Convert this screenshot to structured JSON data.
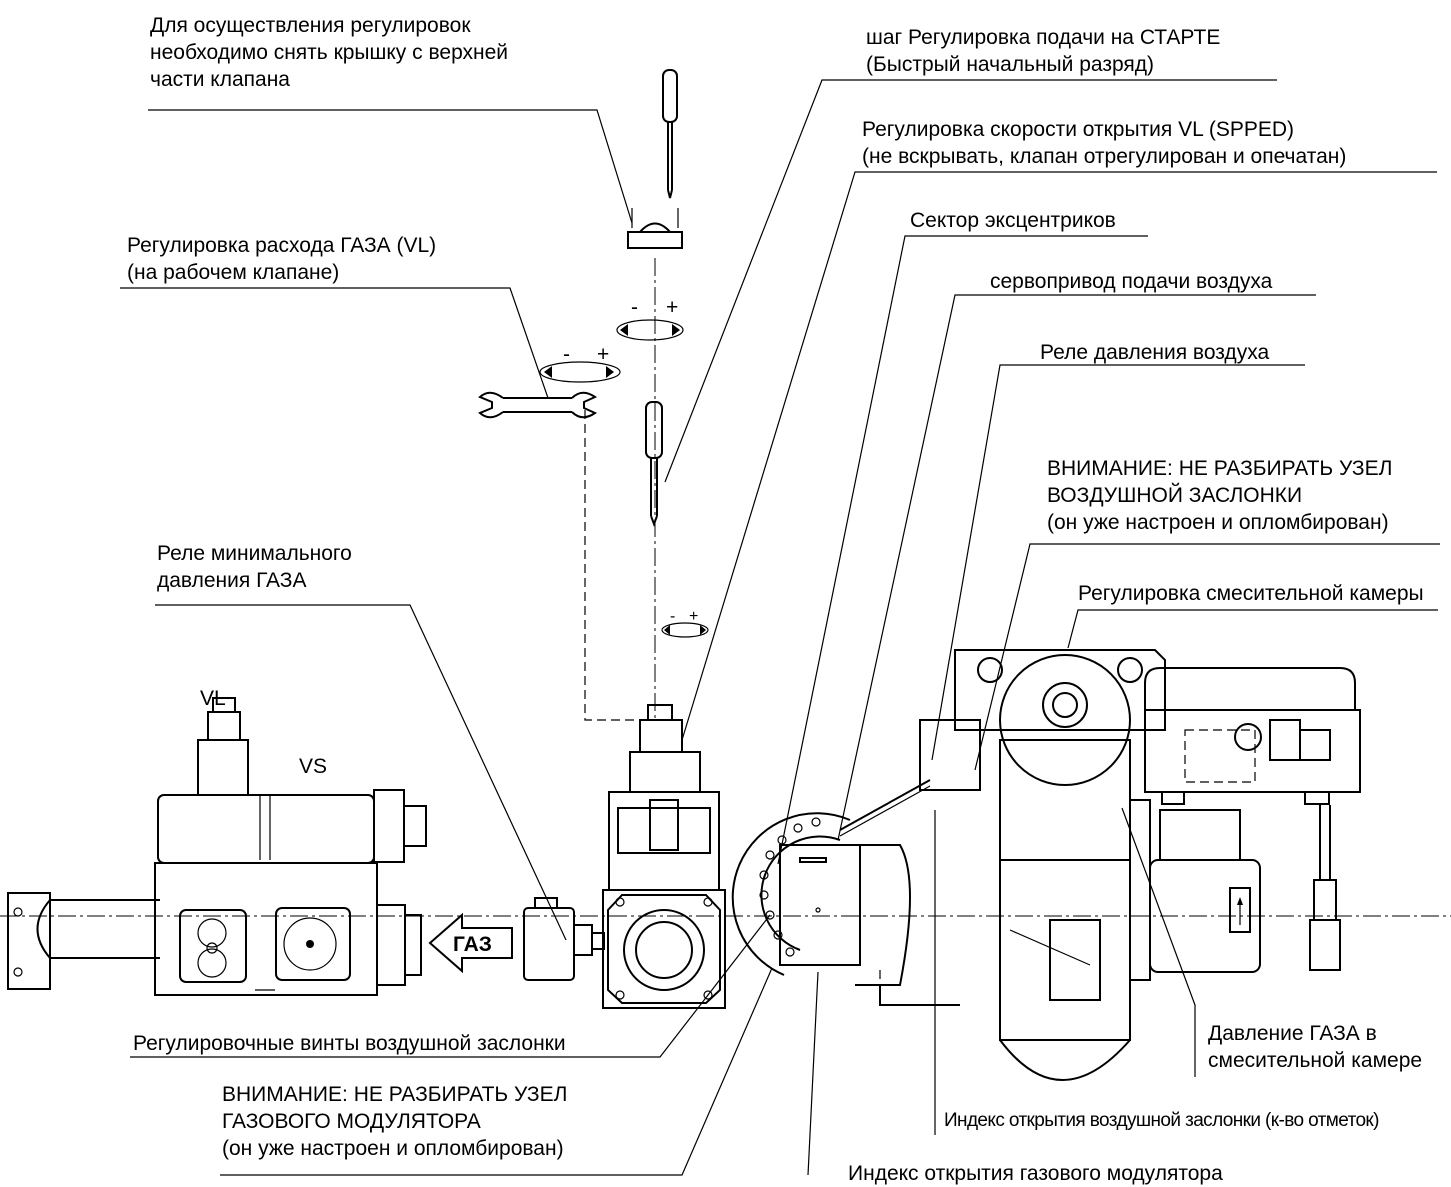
{
  "labels": {
    "cover_note": [
      "Для осуществления регулировок",
      "необходимо снять крышку с верхней",
      "части клапана"
    ],
    "start_step": [
      "шаг Регулировка подачи на СТАРТЕ",
      "(Быстрый начальный разряд)"
    ],
    "speed_adjust": [
      "Регулировка скорости открытия VL (SPPED)",
      "(не вскрывать, клапан отрегулирован и опечатан)"
    ],
    "cam_sector": "Сектор эксцентриков",
    "gas_flow": [
      "Регулировка расхода ГАЗА (VL)",
      "(на рабочем клапане)"
    ],
    "air_servo": "сервопривод подачи воздуха",
    "air_relay": "Реле давления воздуха",
    "air_damper_warning": [
      "ВНИМАНИЕ: НЕ РАЗБИРАТЬ УЗЕЛ",
      "ВОЗДУШНОЙ ЗАСЛОНКИ",
      "(он уже настроен и опломбирован)"
    ],
    "min_gas_relay": [
      "Реле минимального",
      "давления ГАЗА"
    ],
    "mixing_chamber_adjust": "Регулировка смесительной камеры",
    "vl": "VL",
    "vs": "VS",
    "gas_arrow": "ГАЗ",
    "damper_screws": "Регулировочные винты воздушной заслонки",
    "modulator_warning": [
      "ВНИМАНИЕ: НЕ РАЗБИРАТЬ УЗЕЛ",
      "ГАЗОВОГО МОДУЛЯТОРА",
      "(он уже настроен и опломбирован)"
    ],
    "gas_pressure_chamber": [
      "Давление ГАЗА в",
      "смесительной камере"
    ],
    "damper_index": "Индекс открытия воздушной заслонки (к-во отметок)",
    "modulator_index": "Индекс открытия газового модулятора",
    "minus": "-",
    "plus": "+"
  }
}
